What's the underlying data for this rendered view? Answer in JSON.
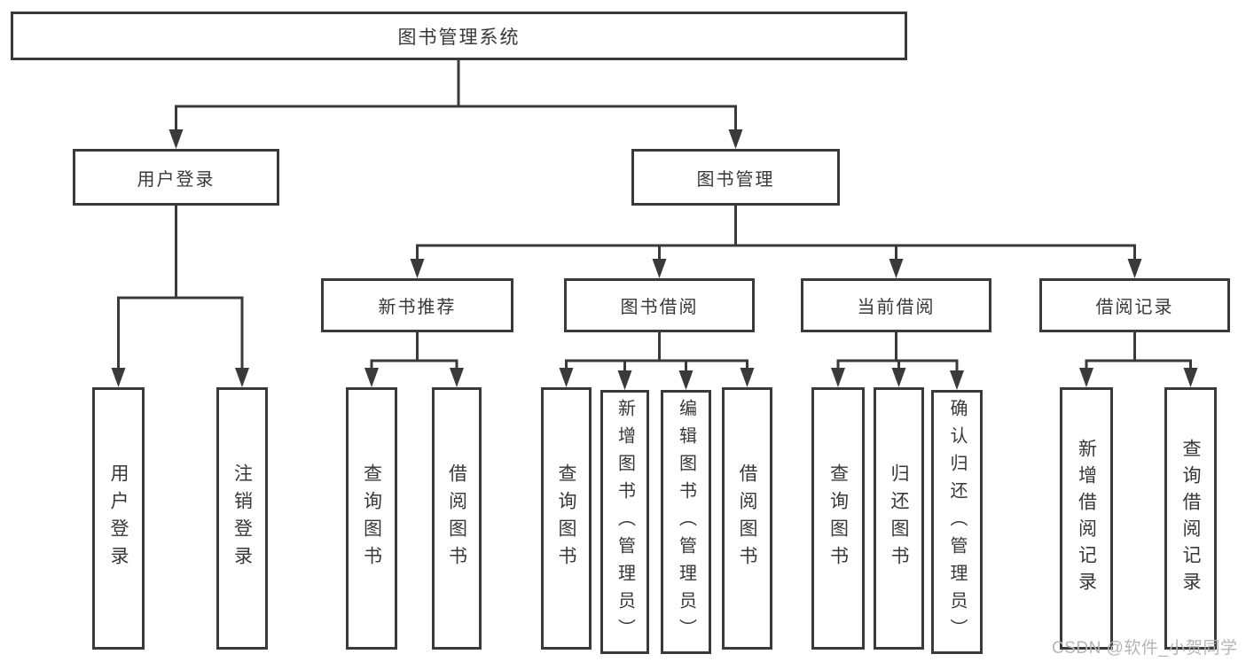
{
  "diagram": {
    "root": "图书管理系统",
    "branches": [
      {
        "label": "用户登录",
        "children": [
          {
            "label": "用户登录"
          },
          {
            "label": "注销登录"
          }
        ]
      },
      {
        "label": "图书管理",
        "children": [
          {
            "label": "新书推荐",
            "children": [
              {
                "label": "查询图书"
              },
              {
                "label": "借阅图书"
              }
            ]
          },
          {
            "label": "图书借阅",
            "children": [
              {
                "label": "查询图书"
              },
              {
                "label": "新增图书（管理员）"
              },
              {
                "label": "编辑图书（管理员）"
              },
              {
                "label": "借阅图书"
              }
            ]
          },
          {
            "label": "当前借阅",
            "children": [
              {
                "label": "查询图书"
              },
              {
                "label": "归还图书"
              },
              {
                "label": "确认归还（管理员）"
              }
            ]
          },
          {
            "label": "借阅记录",
            "children": [
              {
                "label": "新增借阅记录"
              },
              {
                "label": "查询借阅记录"
              }
            ]
          }
        ]
      }
    ]
  },
  "watermark": "CSDN @软件_小贺同学",
  "colors": {
    "line": "#3a3a3a",
    "box_border": "#3a3a3a",
    "text": "#383838",
    "watermark": "#b5b5b5",
    "background": "#ffffff"
  }
}
